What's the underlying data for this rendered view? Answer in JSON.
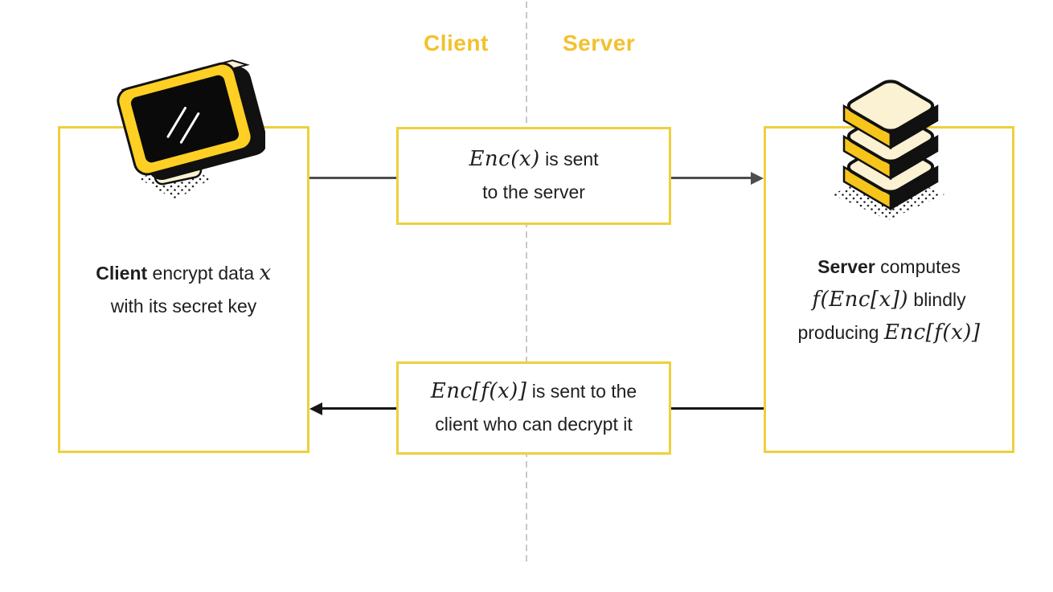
{
  "header": {
    "client_label": "Client",
    "server_label": "Server"
  },
  "client_box": {
    "line1_bold": "Client",
    "line1_text": " encrypt data ",
    "line1_math": "x",
    "line2_text": "with its secret key"
  },
  "server_box": {
    "line1_bold": "Server",
    "line1_text": " computes",
    "line2_math": "f(Enc[x])",
    "line2_text": " blindly",
    "line3_text": "producing ",
    "line3_math": "Enc[f(x)]"
  },
  "top_message_box": {
    "math": "Enc(x)",
    "text1": " is sent",
    "text2": "to the server"
  },
  "bottom_message_box": {
    "math": "Enc[f(x)]",
    "text1": " is sent to the",
    "text2": "client who can decrypt it"
  },
  "icons": {
    "client_icon": "monitor-icon",
    "server_icon": "database-stack-icon"
  },
  "colors": {
    "accent_yellow": "#EDD03E",
    "heading_yellow": "#F2C12E",
    "icon_yellow": "#FFCF24",
    "icon_cream": "#FBF1D3",
    "arrow_dark": "#4D4D4D",
    "arrow_black": "#161616",
    "divider_gray": "#C9C9C9",
    "text_color": "#1F1F1F"
  }
}
